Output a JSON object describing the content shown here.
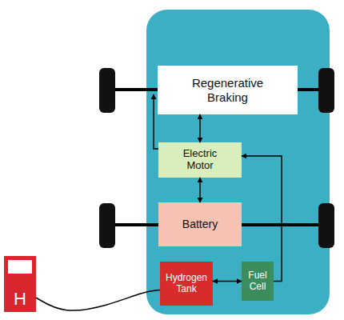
{
  "diagram": {
    "nodes": [
      {
        "text": [
          "Regenerative Braking"
        ]
      },
      {
        "text": [
          "Electric Motor"
        ]
      },
      {
        "text": [
          "Battery"
        ]
      },
      {
        "text": [
          "H"
        ]
      },
      {
        "text": [
          "Hydrogen Tank"
        ]
      },
      {
        "text": [
          "Fuel Cell"
        ]
      }
    ],
    "edges": [
      {
        "from": 0,
        "to": 1,
        "arrow": "both"
      },
      {
        "from": 1,
        "to": 2,
        "arrow": "both"
      },
      {
        "from": 4,
        "to": 5,
        "arrow": "both"
      },
      {
        "from": 5,
        "to": 1,
        "arrow": "to"
      },
      {
        "from": 3,
        "to": 4,
        "arrow": "none"
      }
    ]
  }
}
